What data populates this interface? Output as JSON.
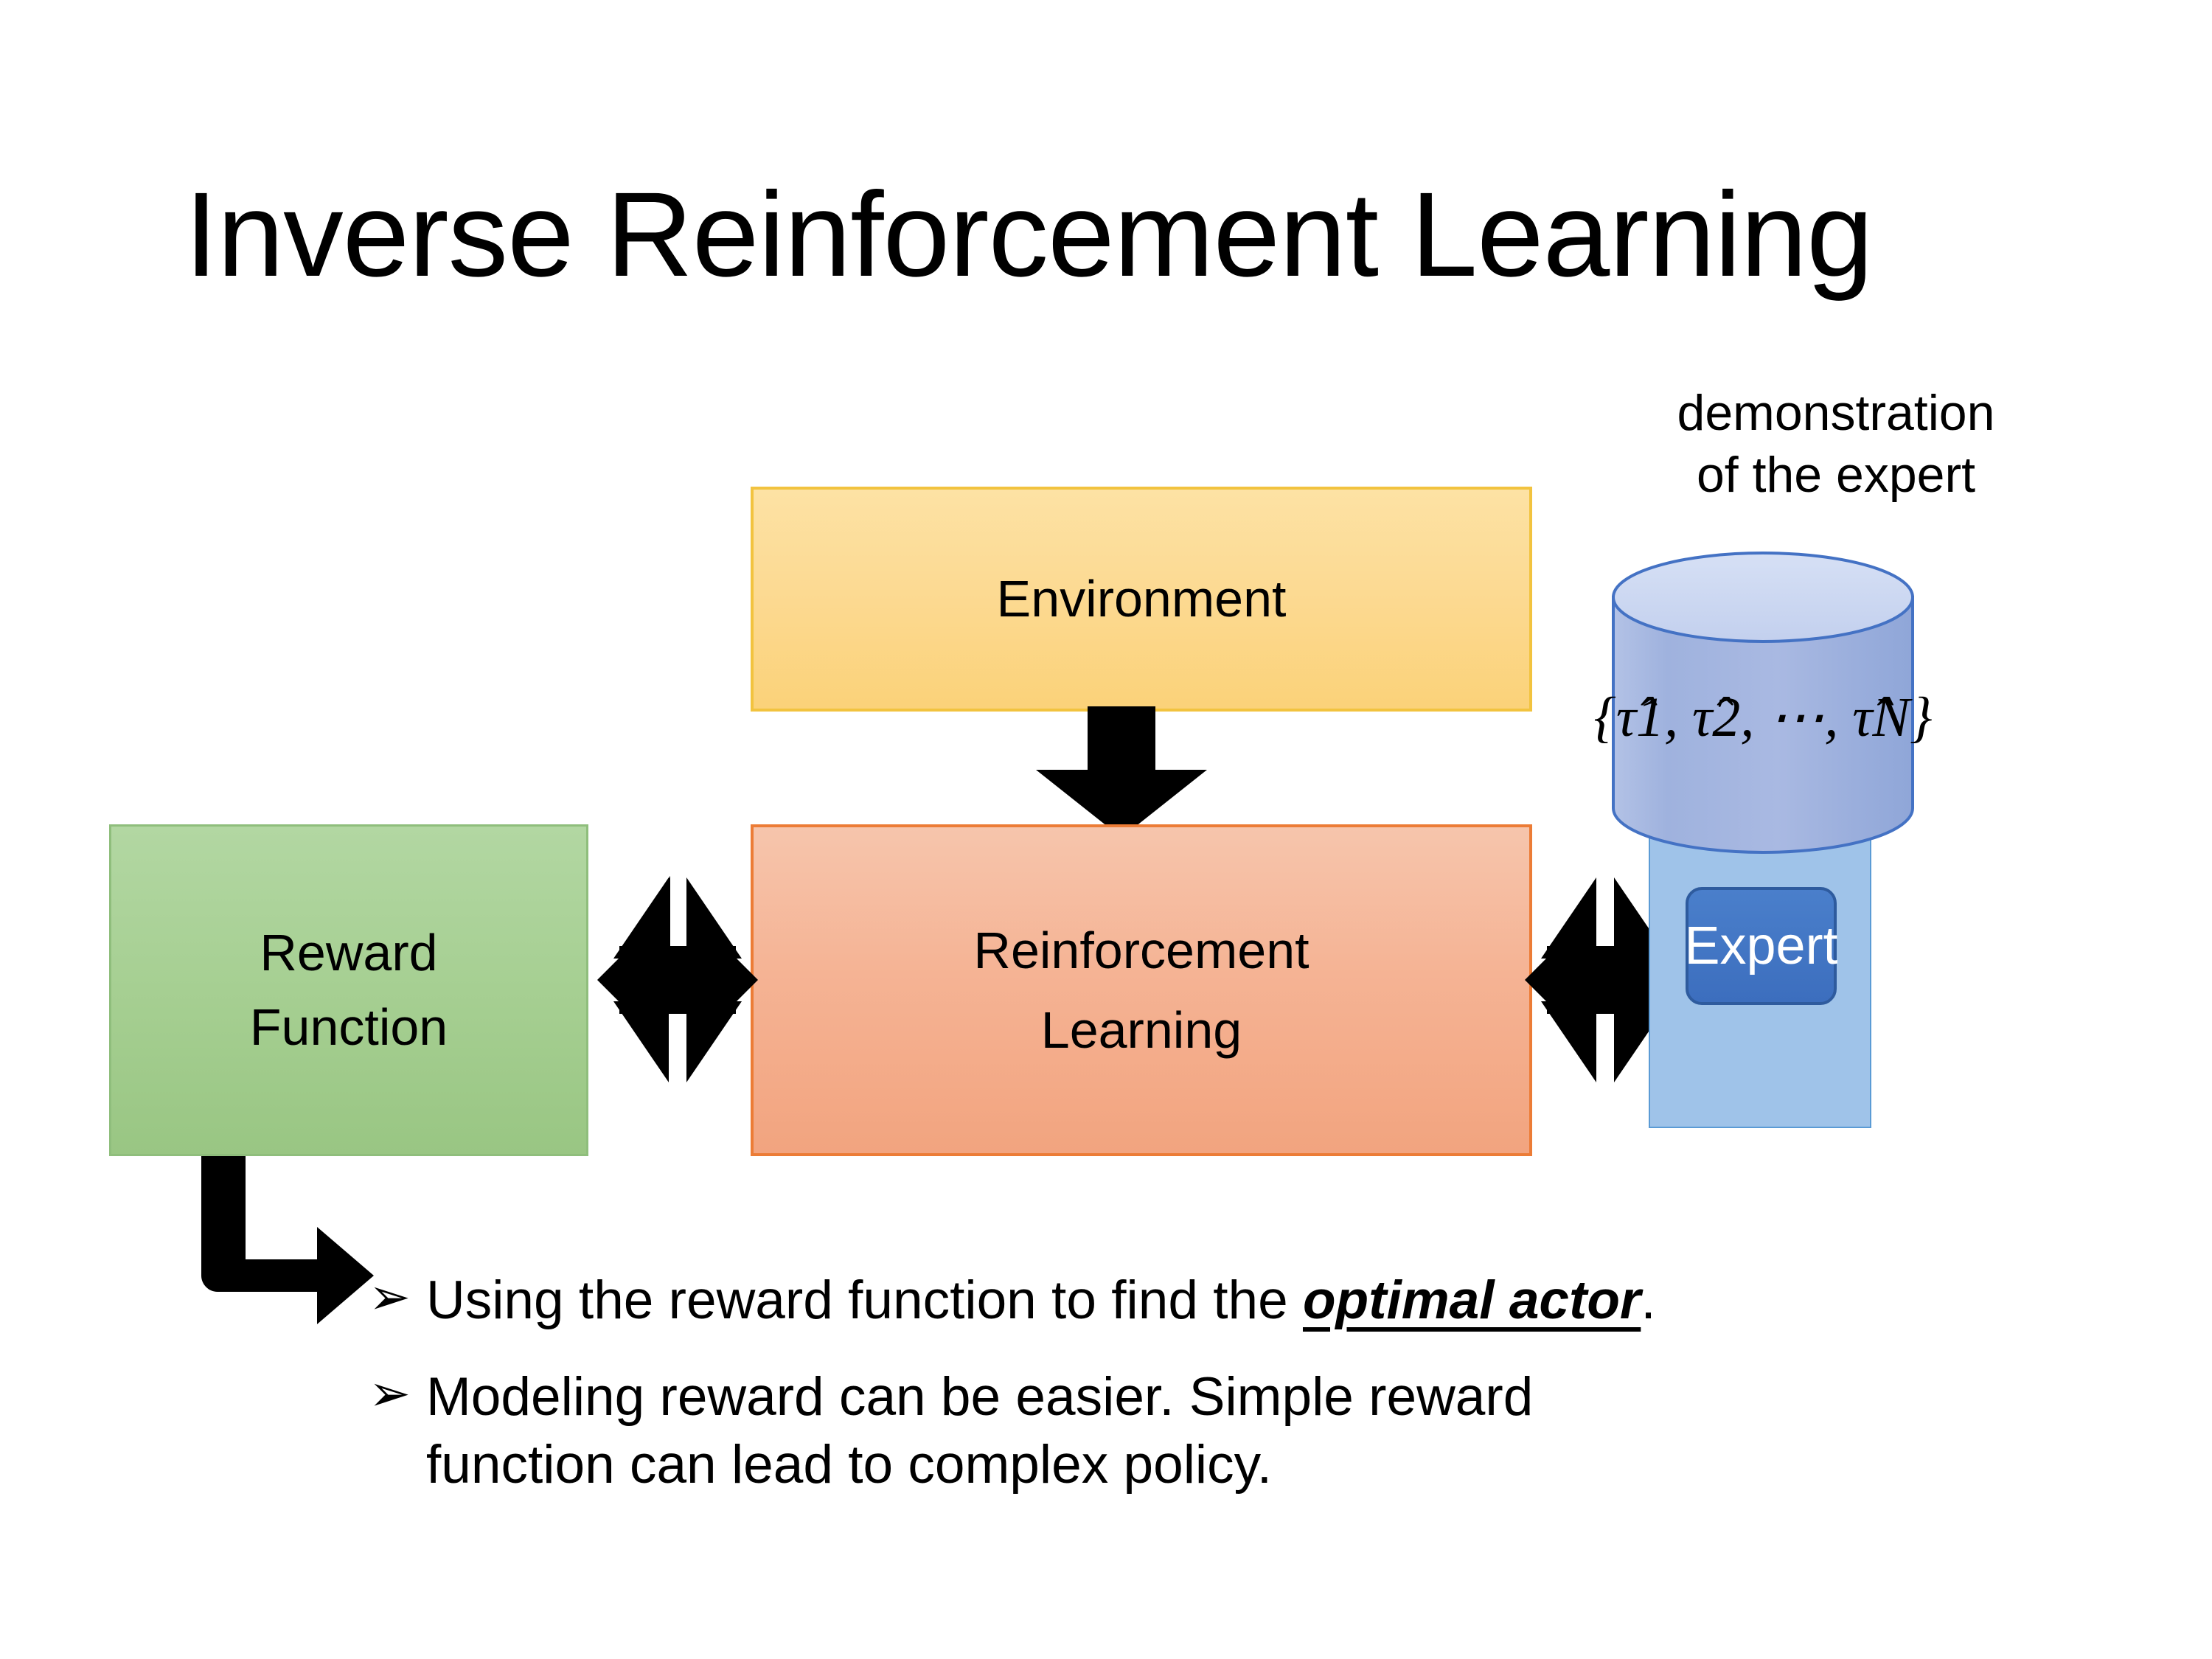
{
  "slide": {
    "title": "Inverse Reinforcement Learning",
    "background_color": "#FFFFFF"
  },
  "diagram": {
    "boxes": [
      {
        "id": "environment",
        "label": "Environment",
        "fill_top": "#FDE2A4",
        "fill_bottom": "#FBD279",
        "border_color": "#F2C33F"
      },
      {
        "id": "reinforcement-learning",
        "label": "Reinforcement Learning",
        "line1": "Reinforcement",
        "line2": "Learning",
        "fill_top": "#F6C5AC",
        "fill_bottom": "#F2A47F",
        "border_color": "#EC7C36"
      },
      {
        "id": "reward-function",
        "label": "Reward Function",
        "line1": "Reward",
        "line2": "Function",
        "fill_top": "#B2D7A2",
        "fill_bottom": "#99C683",
        "border_color": "#8FBE7C"
      }
    ],
    "expert": {
      "caption_line1": "demonstration",
      "caption_line2": "of the expert",
      "cylinder_label": "{τ̂1, τ̂2, ⋯, τ̂N}",
      "cylinder_tokens": {
        "open_brace": "{",
        "tau": "τ̂",
        "sub1": "1",
        "sub2": "2",
        "comma": ",",
        "ellipsis": "⋯",
        "subN": "N",
        "close_brace": "}"
      },
      "button_label": "Expert",
      "cylinder_top_fill": "#CDD9F0",
      "cylinder_body_fill": "#A3B4DE",
      "cylinder_stroke": "#4472C4",
      "panel_fill": "#9FC3E9",
      "panel_stroke": "#5B9BD5",
      "button_fill": "#3C6EBE",
      "button_stroke": "#2E5B9E",
      "button_text_color": "#FFFFFF"
    },
    "arrows": [
      {
        "id": "environment-to-rl",
        "type": "down-arrow",
        "color": "#000000"
      },
      {
        "id": "reward-to-rl",
        "type": "four-way-arrow",
        "color": "#000000"
      },
      {
        "id": "rl-to-expert",
        "type": "four-way-arrow",
        "color": "#000000"
      },
      {
        "id": "reward-to-bullets",
        "type": "elbow-arrow",
        "color": "#000000"
      }
    ]
  },
  "bullets": [
    {
      "marker": "➢",
      "text_before": "Using the reward function to find the ",
      "emphasis": "optimal actor",
      "text_after": "."
    },
    {
      "marker": "➢",
      "line1": "Modeling reward can be easier. Simple reward",
      "line2": "function can lead to complex policy."
    }
  ]
}
